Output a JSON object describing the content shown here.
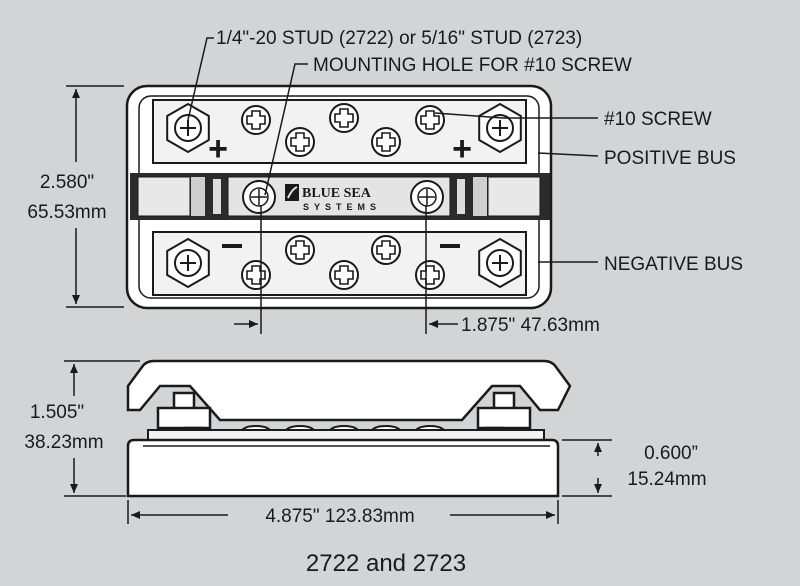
{
  "labels": {
    "stud": "1/4\"-20 STUD (2722) or 5/16\" STUD (2723)",
    "mounting_hole": "MOUNTING HOLE FOR #10 SCREW",
    "screw": "#10 SCREW",
    "positive_bus": "POSITIVE BUS",
    "negative_bus": "NEGATIVE BUS"
  },
  "dimensions": {
    "height_in": "2.580\"",
    "height_mm": "65.53mm",
    "hole_spacing": "1.875\" 47.63mm",
    "side_height_in": "1.505\"",
    "side_height_mm": "38.23mm",
    "base_height_in": "0.600”",
    "base_height_mm": "15.24mm",
    "length": "4.875\" 123.83mm"
  },
  "brand": {
    "line1": "BLUE SEA",
    "line2": "SYSTEMS"
  },
  "symbols": {
    "plus": "+",
    "minus": "–"
  },
  "title": "2722 and 2723",
  "colors": {
    "background": "#d3d4d6",
    "body": "#ffffff",
    "outline": "#1a1a1a",
    "bus": "#f2f2f2",
    "center_strip": "#2b2b2b"
  }
}
